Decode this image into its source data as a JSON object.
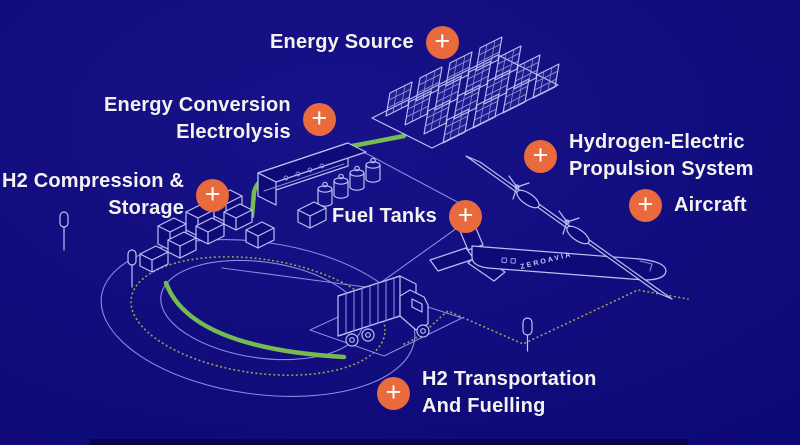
{
  "theme": {
    "background": "#100b7a",
    "accent_orange": "#e96a3c",
    "pipeline_green": "#76ba52",
    "route_dotted": "#9aa24e",
    "lineart": "#b9c1f4",
    "text": "#f4f3ef"
  },
  "labels": {
    "energy_source": {
      "text": "Energy Source"
    },
    "energy_conversion": {
      "line1": "Energy Conversion",
      "line2": "Electrolysis"
    },
    "h2_compression": {
      "line1": "H2 Compression &",
      "line2": "Storage"
    },
    "fuel_tanks": {
      "text": "Fuel Tanks"
    },
    "propulsion": {
      "line1": "Hydrogen-Electric",
      "line2": "Propulsion System"
    },
    "aircraft": {
      "text": "Aircraft"
    },
    "h2_transport": {
      "line1": "H2 Transportation",
      "line2": "And Fuelling"
    }
  },
  "icons": {
    "plus": "+"
  },
  "illustration": {
    "aircraft_livery_text": "ZEROAVIA"
  }
}
